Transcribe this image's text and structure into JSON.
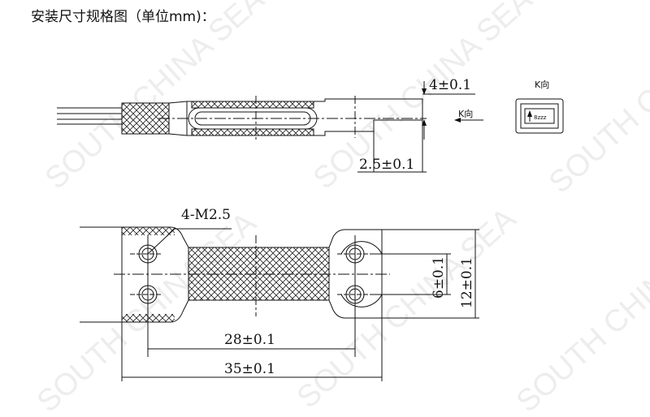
{
  "title": "安装尺寸规格图（单位mm)：",
  "watermark": [
    "SOUTH CHINA SEA",
    "SOUTH CHINA SEA",
    "SOUTH CHINA SEA",
    "SOUTH CHINA SEA",
    "SOUTH CHINA SEA",
    "SOUTH CHINA SEA"
  ],
  "side_view": {
    "thickness_dim": "4±0.1",
    "offset_dim": "2.5±0.1",
    "k_arrow_label": "K向"
  },
  "k_view": {
    "label": "K向",
    "marking": "8zzz"
  },
  "top_view": {
    "hole_label": "4-M2.5",
    "hole_spacing_dim": "28±0.1",
    "length_dim": "35±0.1",
    "hole_pitch_dim": "6±0.1",
    "width_dim": "12±0.1"
  },
  "colors": {
    "line": "#111111",
    "watermark": "#ededed"
  }
}
